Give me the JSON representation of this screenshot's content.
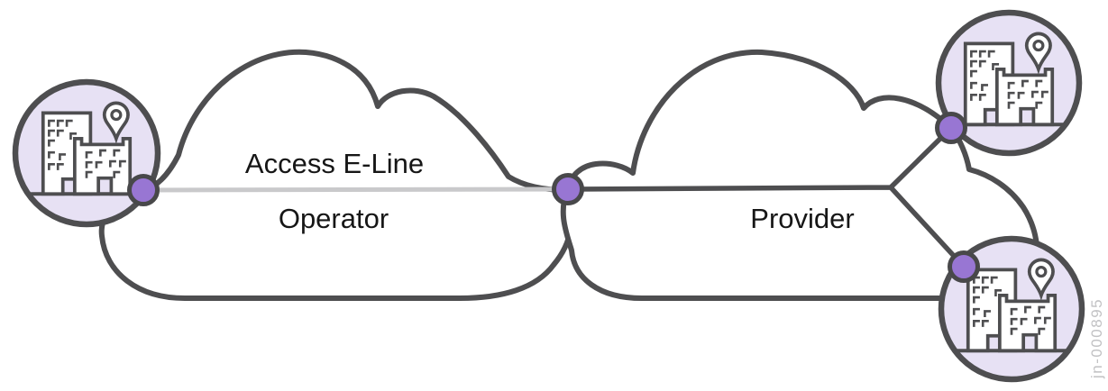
{
  "diagram": {
    "type": "network-topology",
    "labels": {
      "access_e_line": "Access E-Line",
      "operator": "Operator",
      "provider": "Provider"
    },
    "watermark": "jn-000895",
    "colors": {
      "outline": "#4e4e50",
      "access_line_gray": "#c9c9cb",
      "node_dot_fill": "#9876d3",
      "site_circle_fill": "#e7e1f4",
      "label_text": "#161616",
      "watermark_text": "#c2c2c4",
      "background": "#ffffff"
    },
    "nodes": [
      {
        "id": "customer-site-left",
        "kind": "site",
        "icon": "buildings-with-location-pin-icon"
      },
      {
        "id": "operator-cloud",
        "kind": "cloud",
        "label": "Operator"
      },
      {
        "id": "operator-provider-junction",
        "kind": "connection-dot"
      },
      {
        "id": "provider-cloud",
        "kind": "cloud",
        "label": "Provider"
      },
      {
        "id": "customer-site-top-right",
        "kind": "site",
        "icon": "buildings-with-location-pin-icon"
      },
      {
        "id": "customer-site-bottom-right",
        "kind": "site",
        "icon": "buildings-with-location-pin-icon"
      }
    ],
    "links": [
      {
        "from": "customer-site-left",
        "to": "operator-provider-junction",
        "label": "Access E-Line",
        "style": "light-gray",
        "through": "operator-cloud"
      },
      {
        "from": "operator-provider-junction",
        "to": "customer-site-top-right",
        "style": "dark",
        "through": "provider-cloud"
      },
      {
        "from": "operator-provider-junction",
        "to": "customer-site-bottom-right",
        "style": "dark",
        "through": "provider-cloud"
      }
    ]
  }
}
